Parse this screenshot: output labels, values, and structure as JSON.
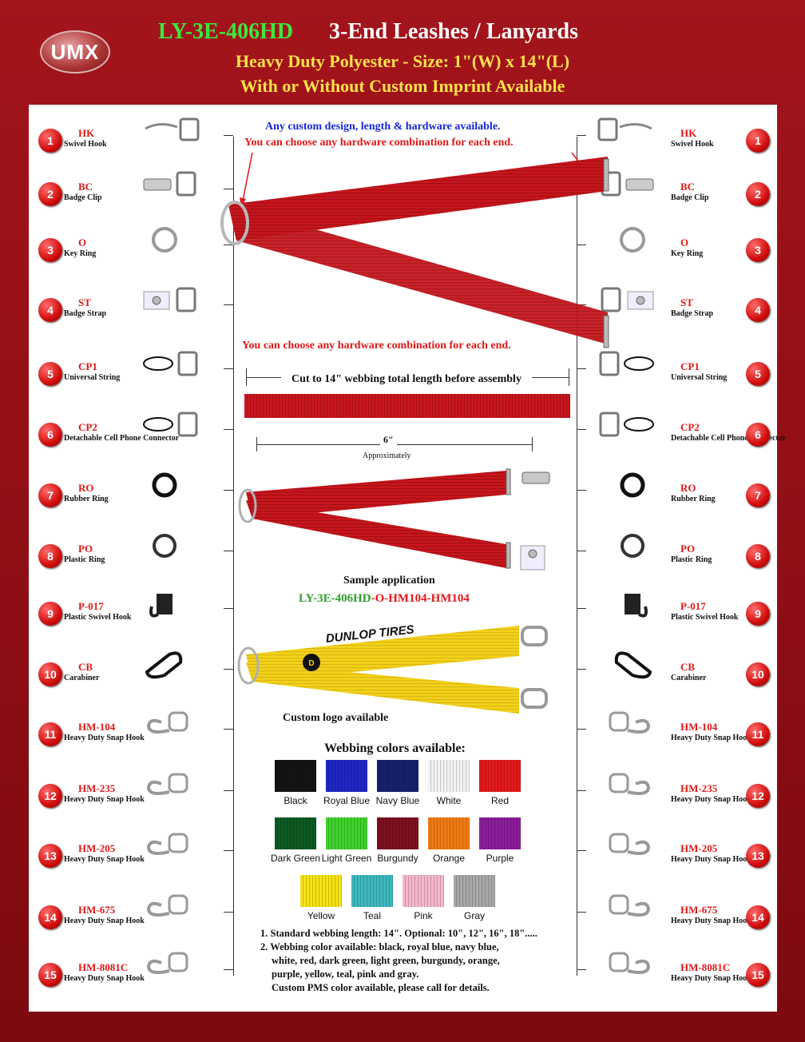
{
  "header": {
    "logo": "UMX",
    "model": "LY-3E-406HD",
    "title": "3-End Leashes / Lanyards",
    "subtitle": "Heavy Duty Polyester - Size: 1\"(W) x 14\"(L)",
    "tagline": "With or Without Custom Imprint Available"
  },
  "notes": {
    "custom": "Any custom design, length & hardware available.",
    "choose_top": "You can choose any hardware combination for each end.",
    "choose_mid": "You can choose any hardware combination for each end.",
    "cut": "Cut to 14\" webbing total length before assembly",
    "six": "6\"",
    "approx": "Approximately",
    "sample": "Sample application",
    "sample_code_a": "LY-3E-406HD",
    "sample_code_b": "-O-",
    "sample_code_c": "HM104-HM104",
    "brand": "DUNLOP TIRES",
    "logo_avail": "Custom logo available",
    "colors_title": "Webbing colors available:"
  },
  "hardware": [
    {
      "n": "1",
      "code": "HK",
      "desc": "Swivel Hook"
    },
    {
      "n": "2",
      "code": "BC",
      "desc": "Badge Clip"
    },
    {
      "n": "3",
      "code": "O",
      "desc": "Key Ring"
    },
    {
      "n": "4",
      "code": "ST",
      "desc": "Badge Strap"
    },
    {
      "n": "5",
      "code": "CP1",
      "desc": "Universal String"
    },
    {
      "n": "6",
      "code": "CP2",
      "desc": "Detachable Cell Phone Connector"
    },
    {
      "n": "7",
      "code": "RO",
      "desc": "Rubber Ring"
    },
    {
      "n": "8",
      "code": "PO",
      "desc": "Plastic Ring"
    },
    {
      "n": "9",
      "code": "P-017",
      "desc": "Plastic Swivel Hook"
    },
    {
      "n": "10",
      "code": "CB",
      "desc": "Carabiner"
    },
    {
      "n": "11",
      "code": "HM-104",
      "desc": "Heavy Duty Snap Hook"
    },
    {
      "n": "12",
      "code": "HM-235",
      "desc": "Heavy Duty Snap Hook"
    },
    {
      "n": "13",
      "code": "HM-205",
      "desc": "Heavy Duty Snap Hook"
    },
    {
      "n": "14",
      "code": "HM-675",
      "desc": "Heavy Duty Snap Hook"
    },
    {
      "n": "15",
      "code": "HM-8081C",
      "desc": "Heavy Duty Snap Hook"
    }
  ],
  "colors": [
    {
      "name": "Black",
      "hex": "#141414"
    },
    {
      "name": "Royal Blue",
      "hex": "#1f26c4"
    },
    {
      "name": "Navy Blue",
      "hex": "#16206e"
    },
    {
      "name": "White",
      "hex": "#f2f2f2"
    },
    {
      "name": "Red",
      "hex": "#e31a1a"
    },
    {
      "name": "Dark Green",
      "hex": "#0d5a22"
    },
    {
      "name": "Light Green",
      "hex": "#3fd12b"
    },
    {
      "name": "Burgundy",
      "hex": "#7e0f1f"
    },
    {
      "name": "Orange",
      "hex": "#f07b12"
    },
    {
      "name": "Purple",
      "hex": "#8a1e9a"
    },
    {
      "name": "Yellow",
      "hex": "#f5e214"
    },
    {
      "name": "Teal",
      "hex": "#3bb8bd"
    },
    {
      "name": "Pink",
      "hex": "#f3b6cc"
    },
    {
      "name": "Gray",
      "hex": "#a8a8a8"
    }
  ],
  "specs": [
    "1. Standard webbing length: 14\". Optional: 10\", 12\", 16\", 18\".....",
    "2. Webbing color available: black, royal blue, navy blue,",
    "white, red, dark green, light green, burgundy, orange,",
    "purple, yellow, teal, pink and gray.",
    "Custom PMS color available, please call for details."
  ],
  "accent": {
    "webbing_red": "#c8161d",
    "sample_yellow": "#f3d21a"
  }
}
